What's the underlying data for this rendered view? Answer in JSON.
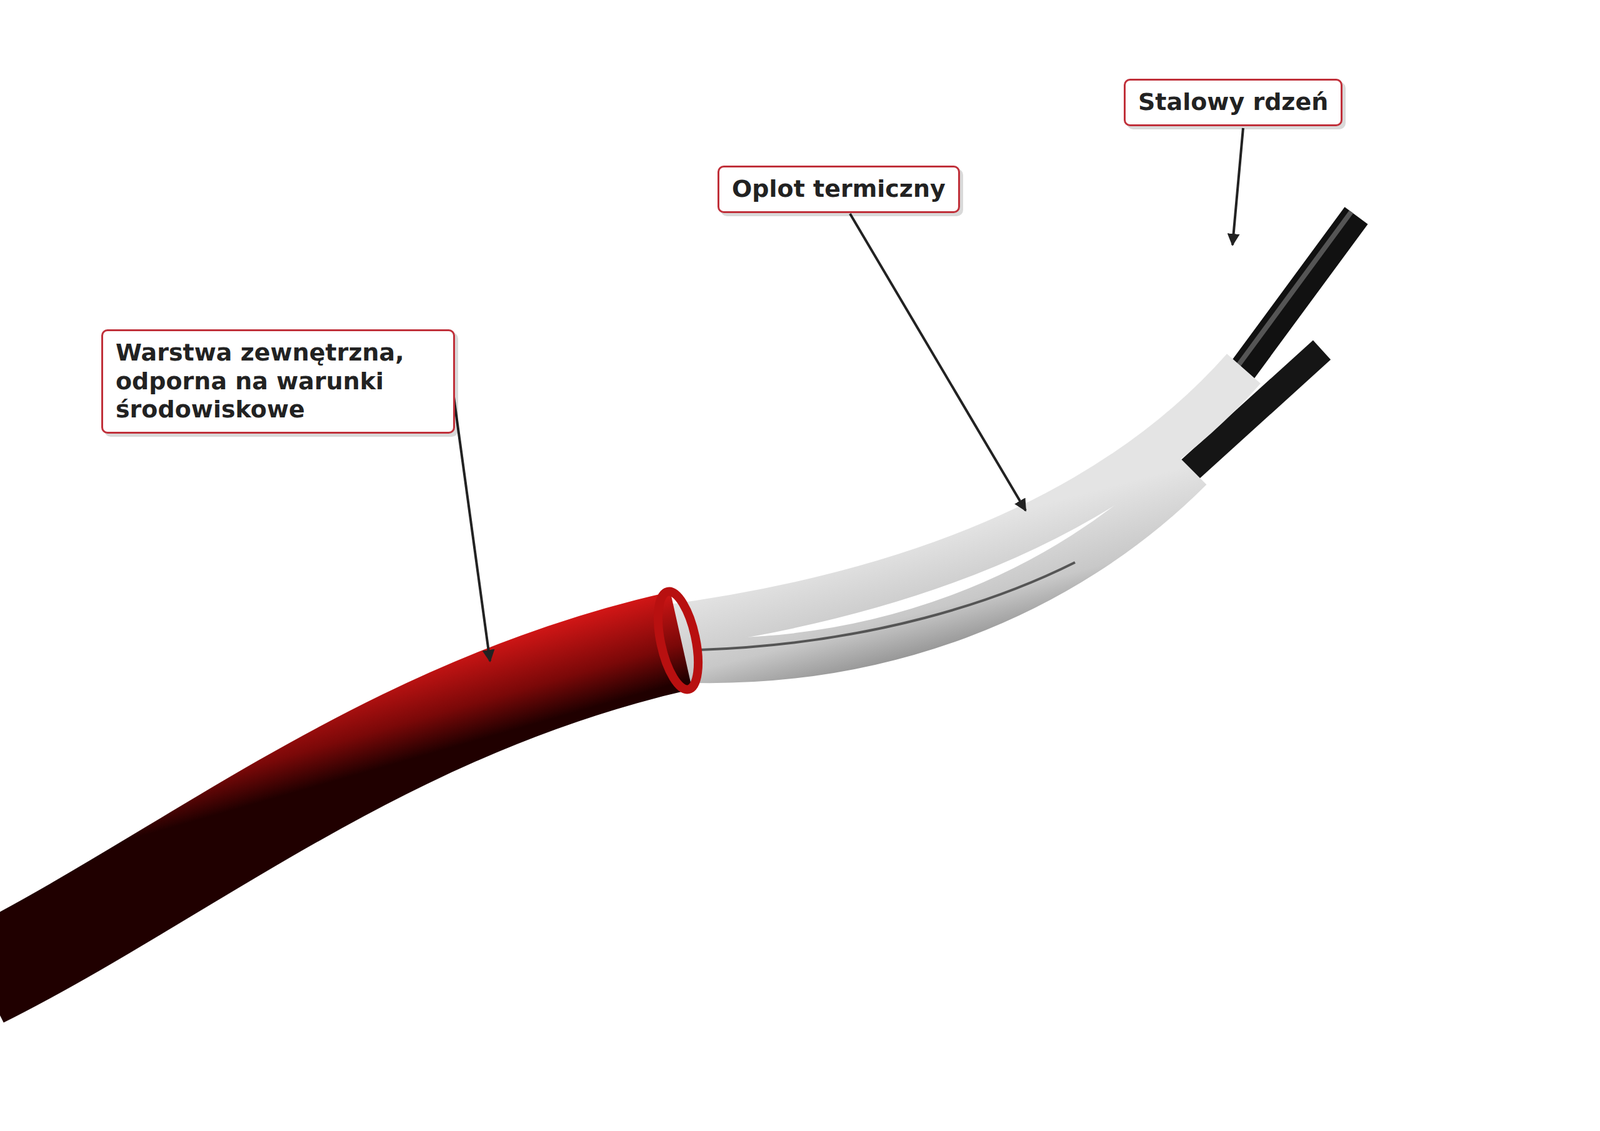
{
  "diagram": {
    "nodes": [
      {
        "text": [
          "Stalowy rdzeń"
        ]
      },
      {
        "text": [
          "Oplot termiczny"
        ]
      },
      {
        "text": [
          "Warstwa zewnętrzna, odporna na warunki środowiskowe"
        ]
      }
    ]
  }
}
